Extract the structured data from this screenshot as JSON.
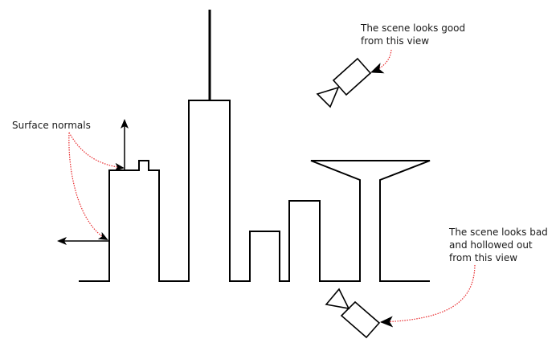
{
  "diagram": {
    "labels": {
      "surface_normals": "Surface normals",
      "good_view_line1": "The scene looks good",
      "good_view_line2": "from this view",
      "bad_view_line1": "The scene looks bad",
      "bad_view_line2": "and hollowed out",
      "bad_view_line3": "from this view"
    },
    "colors": {
      "stroke": "#000000",
      "annotation": "#e8292c",
      "text": "#1a1a1a",
      "background": "#ffffff"
    },
    "elements": {
      "skyline": "city skyline cross-section outline",
      "antenna": "tower antenna",
      "normal_up": "surface normal arrow pointing up",
      "normal_left": "surface normal arrow pointing left",
      "camera_good": "camera viewing from above",
      "camera_bad": "camera viewing from below"
    }
  }
}
